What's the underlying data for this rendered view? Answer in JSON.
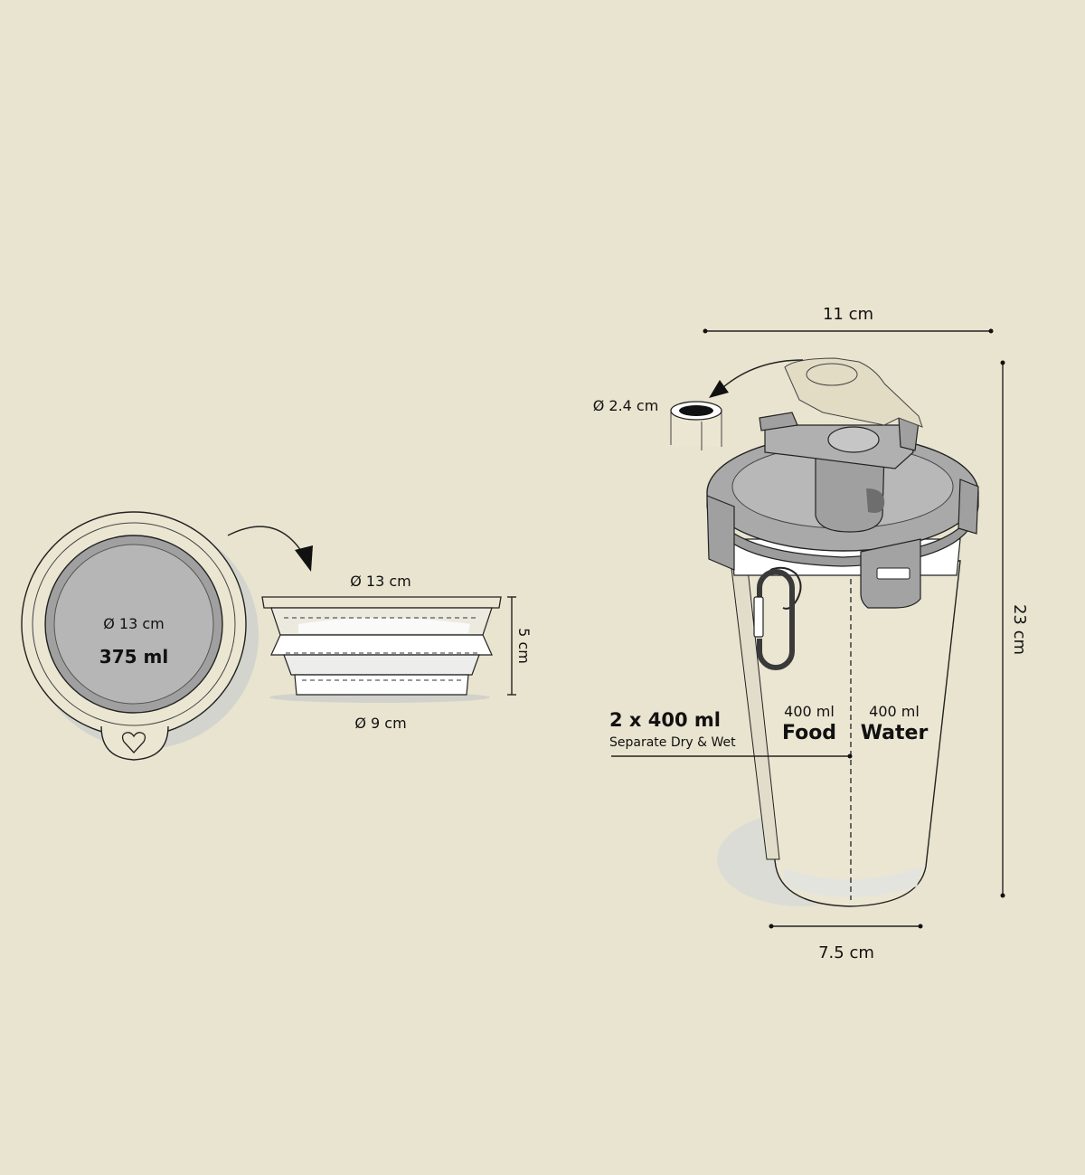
{
  "bowl_top": {
    "diameter_label": "Ø 13 cm",
    "volume_label": "375 ml"
  },
  "bowl_side": {
    "top_diameter_label": "Ø 13 cm",
    "bottom_diameter_label": "Ø 9 cm",
    "height_label": "5 cm"
  },
  "bottle": {
    "width_label": "11 cm",
    "height_label": "23 cm",
    "base_width_label": "7.5 cm",
    "spout_label": "Ø 2.4 cm",
    "capacity_label": "2 x 400 ml",
    "capacity_sub_label": "Separate Dry & Wet",
    "food_volume_label": "400 ml",
    "food_label": "Food",
    "water_volume_label": "400 ml",
    "water_label": "Water"
  },
  "colors": {
    "background": "#e9e4cf",
    "lid_gray": "#a8a8a8",
    "bowl_gray": "#b4b4b4",
    "shadow": "#d6d6d0"
  }
}
